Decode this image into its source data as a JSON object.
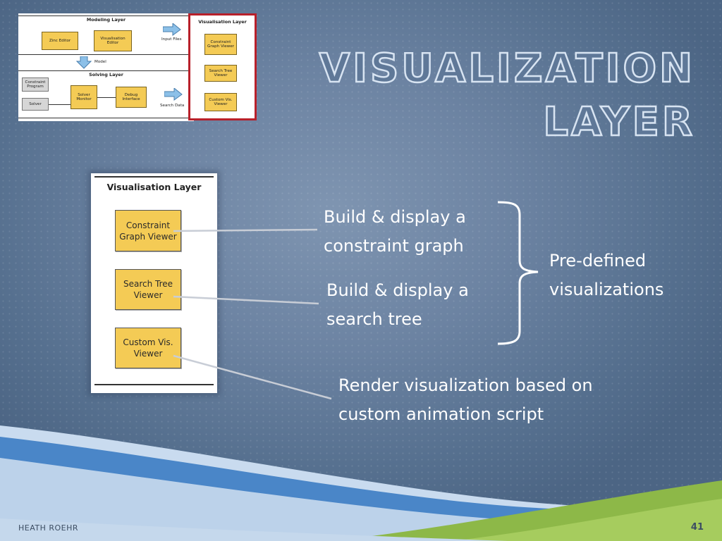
{
  "slide": {
    "title_line1": "VISUALIZATION",
    "title_line2": "LAYER",
    "footer": "HEATH ROEHR",
    "page_number": "41"
  },
  "mini_diagram": {
    "modeling_layer": "Modeling Layer",
    "zinc_editor": "Zinc Editor",
    "visualisation_editor": "Visualisation Editor",
    "model": "Model",
    "solving_layer": "Solving Layer",
    "constraint_program": "Constraint Program",
    "solver": "Solver",
    "solver_monitor": "Solver Monitor",
    "debug_interface": "Debug Interface",
    "input_files": "Input Files",
    "search_data": "Search Data",
    "visualisation_layer": "Visualisation Layer",
    "constraint_graph_viewer": "Constraint Graph Viewer",
    "search_tree_viewer": "Search Tree Viewer",
    "custom_vis_viewer": "Custom Vis. Viewer"
  },
  "diagram": {
    "panel_title": "Visualisation Layer",
    "box1": "Constraint Graph Viewer",
    "box2": "Search Tree Viewer",
    "box3": "Custom Vis. Viewer"
  },
  "callouts": {
    "c1_line1": "Build & display a",
    "c1_line2": "constraint graph",
    "c2_line1": "Build & display a",
    "c2_line2": "search tree",
    "brace_line1": "Pre-defined",
    "brace_line2": "visualizations",
    "c3_line1": "Render visualization based on",
    "c3_line2": "custom animation script"
  },
  "colors": {
    "background": "#5f7898",
    "box_fill": "#f4cb55",
    "highlight_border": "#b8202a",
    "wave_blue": "#4a86c8",
    "wave_green": "#8db848"
  }
}
